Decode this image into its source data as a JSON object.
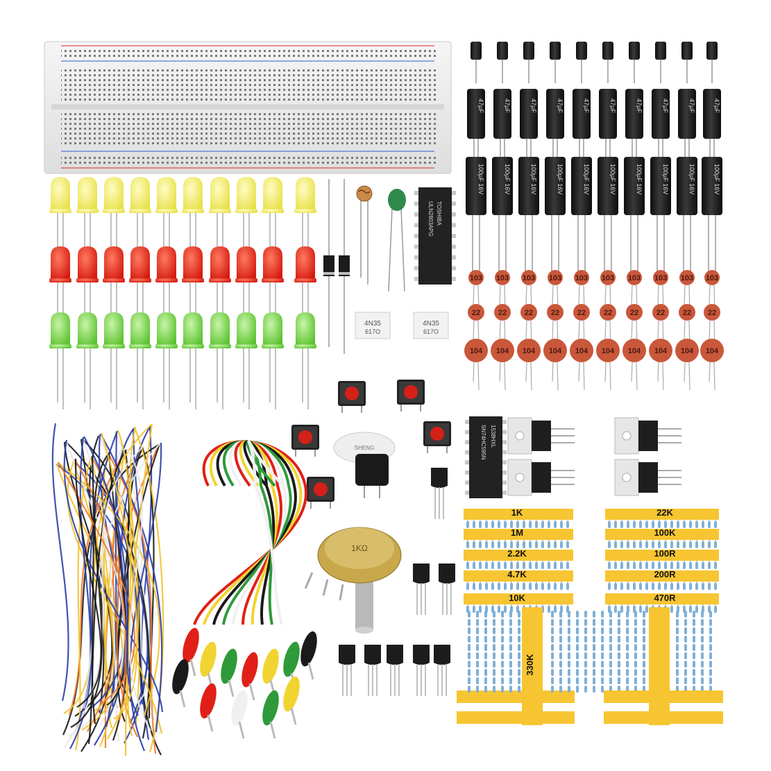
{
  "colors": {
    "led_yellow": "#f2ee6a",
    "led_red": "#e8261b",
    "led_green": "#7ddc4a",
    "ceramic_cap": "#c9573a",
    "electrolytic": "#1b1b1b",
    "resistor_tape": "#f7c531",
    "breadboard": "#ececec"
  },
  "electrolytic_small": {
    "text": "47µF"
  },
  "electrolytic_large": {
    "text": "100µF 16V"
  },
  "ceramic_rows": [
    {
      "code": "103"
    },
    {
      "code": "22"
    },
    {
      "code": "104"
    }
  ],
  "optocouplers": [
    {
      "part": "4N35",
      "code": "617O"
    },
    {
      "part": "4N35",
      "code": "617O"
    }
  ],
  "ics": {
    "darlington": {
      "maker": "TOSHIBA",
      "part": "ULN2803APG"
    },
    "shift": {
      "part": "SN74HC595N",
      "code": "1538HXL"
    }
  },
  "buzzer": {
    "text": "SHENG"
  },
  "potentiometer": {
    "value": "1KΩ"
  },
  "resistors": {
    "left_labels": [
      "1K",
      "1M",
      "2.2K",
      "4.7K",
      "10K"
    ],
    "right_labels": [
      "22K",
      "100K",
      "100R",
      "200R",
      "470R"
    ],
    "center_label": "330K"
  },
  "icons": {
    "breadboard": "breadboard-icon",
    "led": "led-icon",
    "capacitor": "capacitor-icon",
    "chip": "ic-chip-icon",
    "button": "push-button-icon",
    "transistor": "transistor-icon",
    "regulator": "regulator-icon",
    "resistor": "resistor-icon",
    "jumper": "jumper-wire-icon",
    "clip": "alligator-clip-icon"
  }
}
